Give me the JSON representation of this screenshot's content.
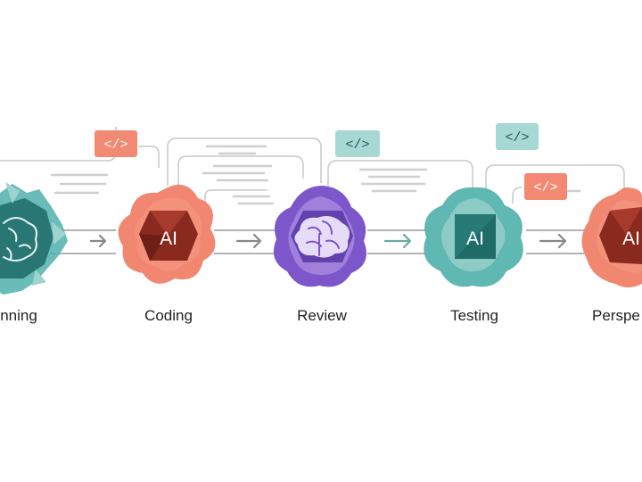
{
  "colors": {
    "teal": "#4fb0aa",
    "teal_dark": "#1f6b68",
    "teal_light": "#9fd3cf",
    "coral": "#f07a62",
    "coral_dark": "#8a2a1e",
    "purple": "#7d56c9",
    "purple_dark": "#3b2576",
    "purple_light": "#a98be0",
    "connector": "#c9c9c9",
    "arrow": "#888888",
    "arrow_teal": "#6aa9a3",
    "tag_coral": "#f28a73",
    "tag_teal": "#a8d8d3"
  },
  "stages": [
    {
      "label": "nning",
      "badge": "",
      "icon": "brain-icon",
      "palette": "teal"
    },
    {
      "label": "Coding",
      "badge": "AI",
      "icon": "ai-chip-icon",
      "palette": "coral"
    },
    {
      "label": "Review",
      "badge": "",
      "icon": "brain-icon",
      "palette": "purple"
    },
    {
      "label": "Testing",
      "badge": "AI",
      "icon": "ai-chip-icon",
      "palette": "teal"
    },
    {
      "label": "Perspe",
      "badge": "AI",
      "icon": "ai-chip-icon",
      "palette": "coral"
    }
  ],
  "code_tags": [
    {
      "text": "</>",
      "palette": "coral"
    },
    {
      "text": "</>",
      "palette": "teal"
    },
    {
      "text": "</>",
      "palette": "teal"
    },
    {
      "text": "</>",
      "palette": "coral"
    }
  ]
}
